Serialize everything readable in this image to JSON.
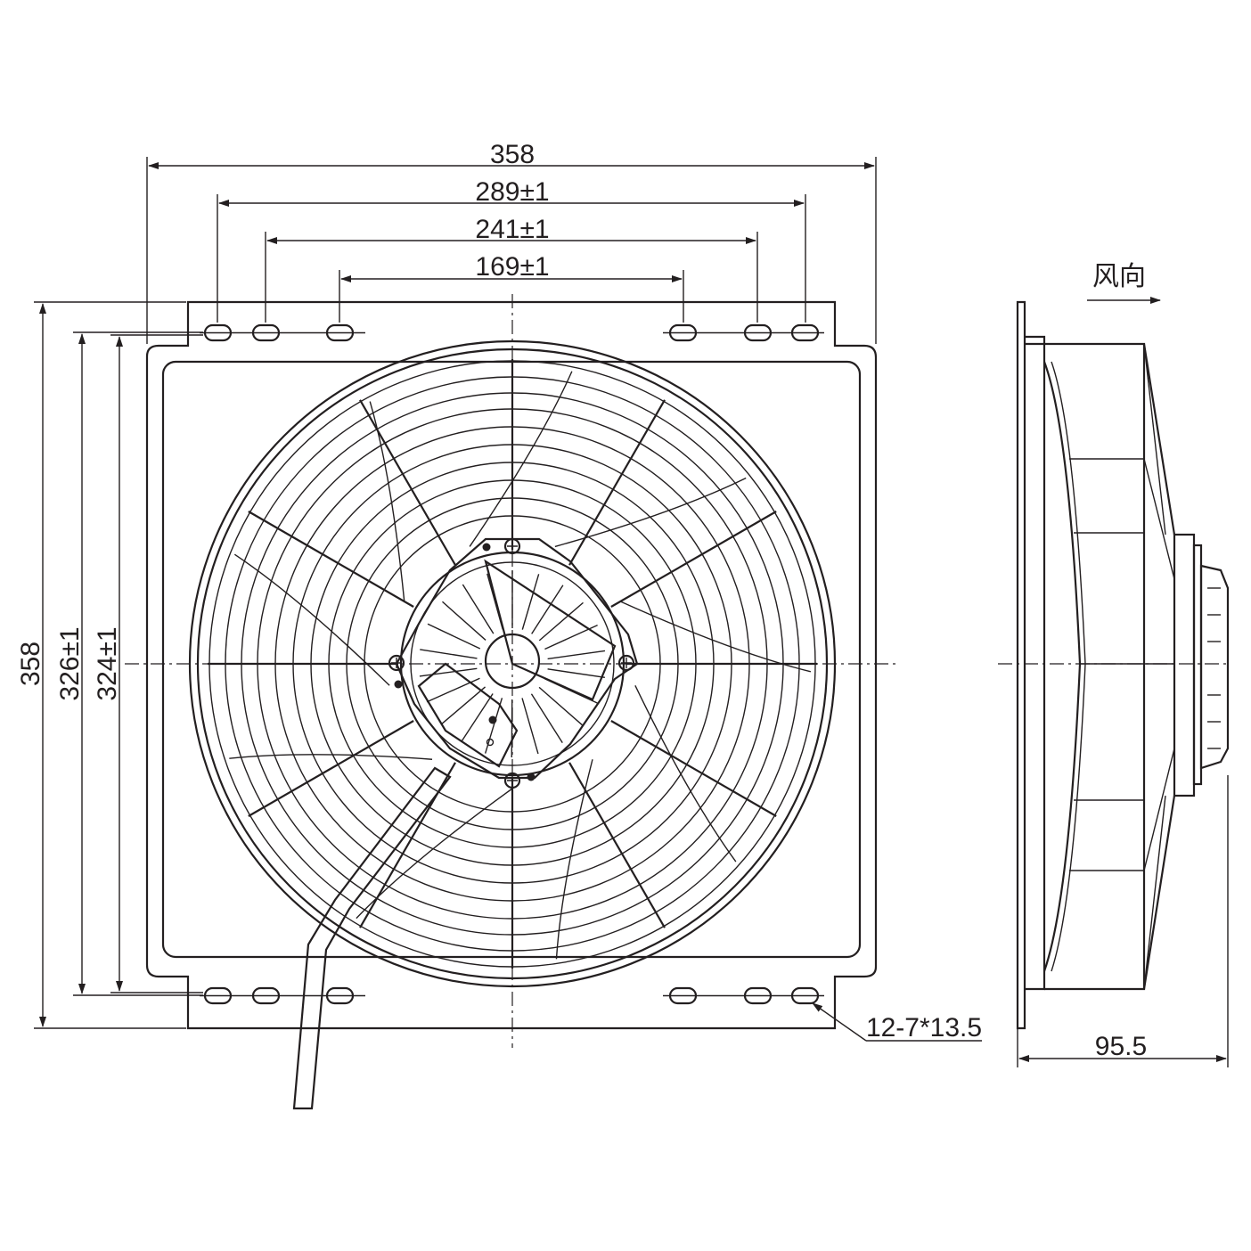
{
  "dimensions": {
    "overall_width": "358",
    "hole_span_outer": "289±1",
    "hole_span_middle": "241±1",
    "hole_span_inner": "169±1",
    "overall_height": "358",
    "height_326": "326±1",
    "height_324": "324±1",
    "hole_spec": "12-7*13.5",
    "depth": "95.5"
  },
  "airflow_label": "风向",
  "colors": {
    "line": "#231f20",
    "background": "#ffffff"
  }
}
